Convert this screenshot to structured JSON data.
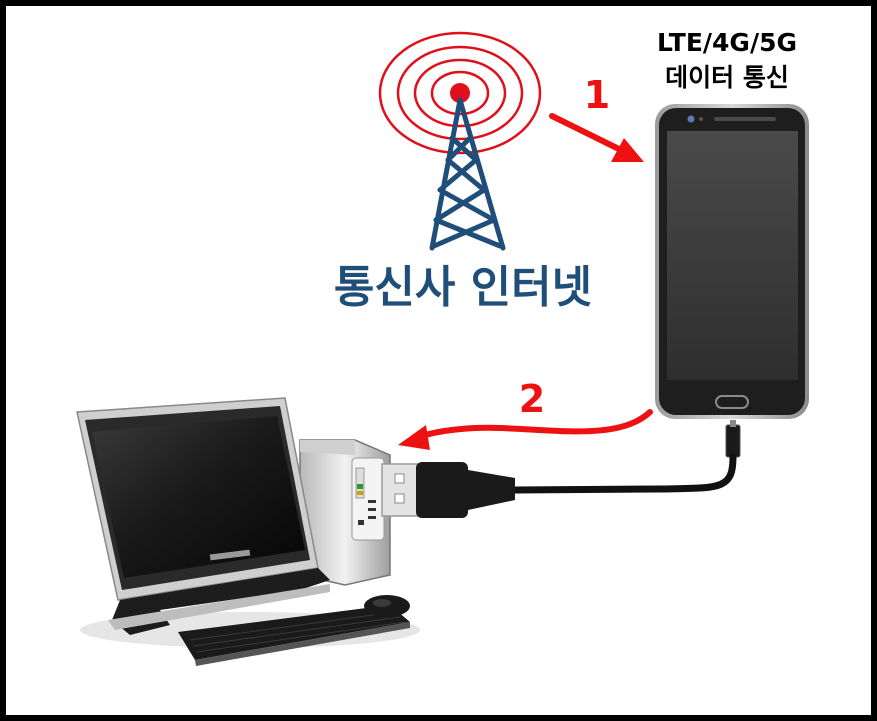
{
  "tower": {
    "label": "통신사 인터넷",
    "label_color": "#1f4e79",
    "signal_color": "#e0101a"
  },
  "phone": {
    "label_line1": "LTE/4G/5G",
    "label_line2": "데이터 통신"
  },
  "steps": [
    {
      "number": "1",
      "color": "#ee1111"
    },
    {
      "number": "2",
      "color": "#ee1111"
    }
  ],
  "colors": {
    "border": "#000000",
    "background": "#ffffff",
    "arrow": "#ee1111"
  }
}
